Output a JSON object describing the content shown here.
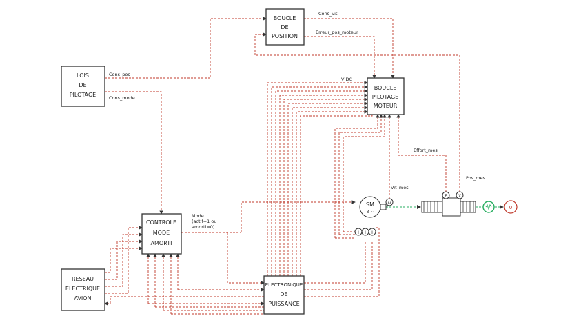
{
  "colors": {
    "wire": "#c0392b",
    "green": "#27ae60",
    "block_stroke": "#333333"
  },
  "blocks": {
    "lois": [
      "LOIS",
      "DE",
      "PILOTAGE"
    ],
    "boucle_position": [
      "BOUCLE",
      "DE",
      "POSITION"
    ],
    "boucle_moteur": [
      "BOUCLE",
      "PILOTAGE",
      "MOTEUR"
    ],
    "controle": [
      "CONTROLE",
      "MODE",
      "AMORTI"
    ],
    "reseau": [
      "RESEAU",
      "ELECTRIQUE",
      "AVION"
    ],
    "electronique": [
      "ELECTRONIQUE",
      "DE",
      "PUISSANCE"
    ]
  },
  "signals": {
    "cons_pos": "Cons_pos",
    "cons_mode": "Cons_mode",
    "cons_vit": "Cons_vit",
    "erreur_pos": "Erreur_pos_moteur",
    "vdc": "V DC",
    "effort_mes": "Effort_mes",
    "pos_mes": "Pos_mes",
    "vit_mes": "Vit_mes",
    "mode": [
      "Mode",
      "(actif=1 ou",
      "amorti=0)"
    ]
  },
  "components": {
    "motor": [
      "SM",
      "3 ~"
    ],
    "omega": "ω",
    "force_sensor": "F",
    "pos_sensor": "X",
    "current_sensor": "I",
    "source": "0"
  }
}
